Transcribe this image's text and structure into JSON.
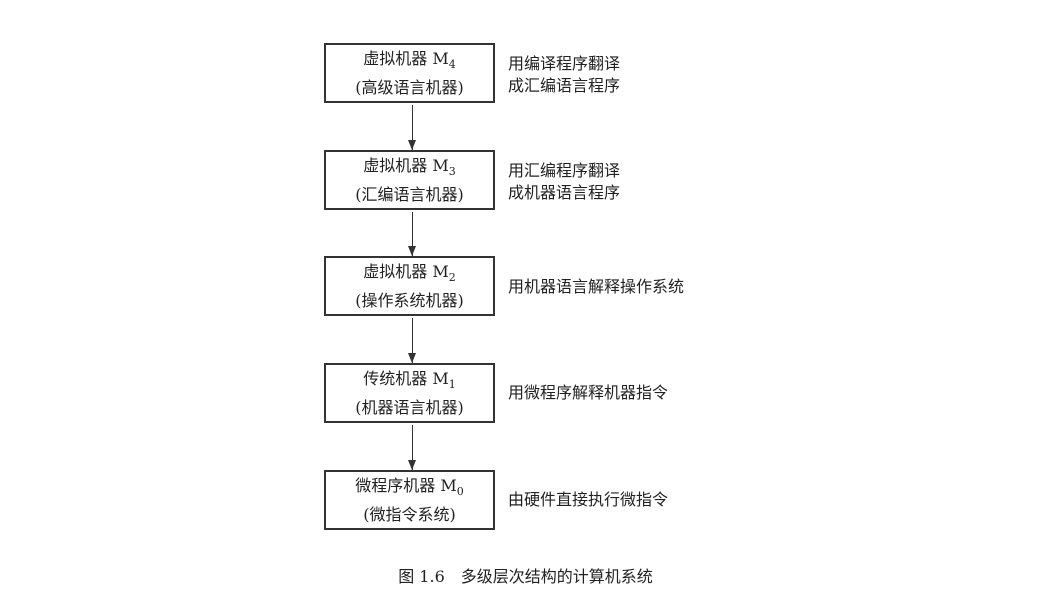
{
  "levels": [
    {
      "title": "虚拟机器 M",
      "sub": "4",
      "desc": "(高级语言机器)",
      "note1": "用编译程序翻译",
      "note2": "成汇编语言程序"
    },
    {
      "title": "虚拟机器 M",
      "sub": "3",
      "desc": "(汇编语言机器)",
      "note1": "用汇编程序翻译",
      "note2": "成机器语言程序"
    },
    {
      "title": "虚拟机器 M",
      "sub": "2",
      "desc": "(操作系统机器)",
      "note1": "用机器语言解释操作系统",
      "note2": ""
    },
    {
      "title": "传统机器 M",
      "sub": "1",
      "desc": "(机器语言机器)",
      "note1": "用微程序解释机器指令",
      "note2": ""
    },
    {
      "title": "微程序机器 M",
      "sub": "0",
      "desc": "(微指令系统)",
      "note1": "由硬件直接执行微指令",
      "note2": ""
    }
  ],
  "caption": "图 1.6　多级层次结构的计算机系统"
}
